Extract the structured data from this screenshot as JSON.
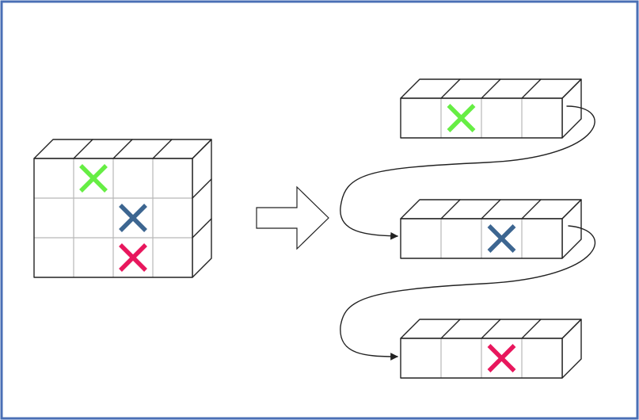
{
  "colors": {
    "frame": "#4a6fb5",
    "background": "#ffffff",
    "edge": "#222222",
    "grid": "#b8b8b8",
    "mark_green": "#66ee44",
    "mark_blue": "#3d6691",
    "mark_pink": "#e8175d"
  },
  "source_block": {
    "rows": 3,
    "cols": 4,
    "marks": [
      {
        "row": 0,
        "col": 1,
        "color": "mark_green"
      },
      {
        "row": 1,
        "col": 2,
        "color": "mark_blue"
      },
      {
        "row": 2,
        "col": 2,
        "color": "mark_pink"
      }
    ]
  },
  "transform_arrow": {
    "icon": "right-block-arrow-icon"
  },
  "rows_out": [
    {
      "cols": 4,
      "mark_col": 1,
      "color": "mark_green"
    },
    {
      "cols": 4,
      "mark_col": 2,
      "color": "mark_blue"
    },
    {
      "cols": 4,
      "mark_col": 2,
      "color": "mark_pink"
    }
  ],
  "connectors": {
    "count": 2,
    "icon": "curved-arrow-icon"
  }
}
